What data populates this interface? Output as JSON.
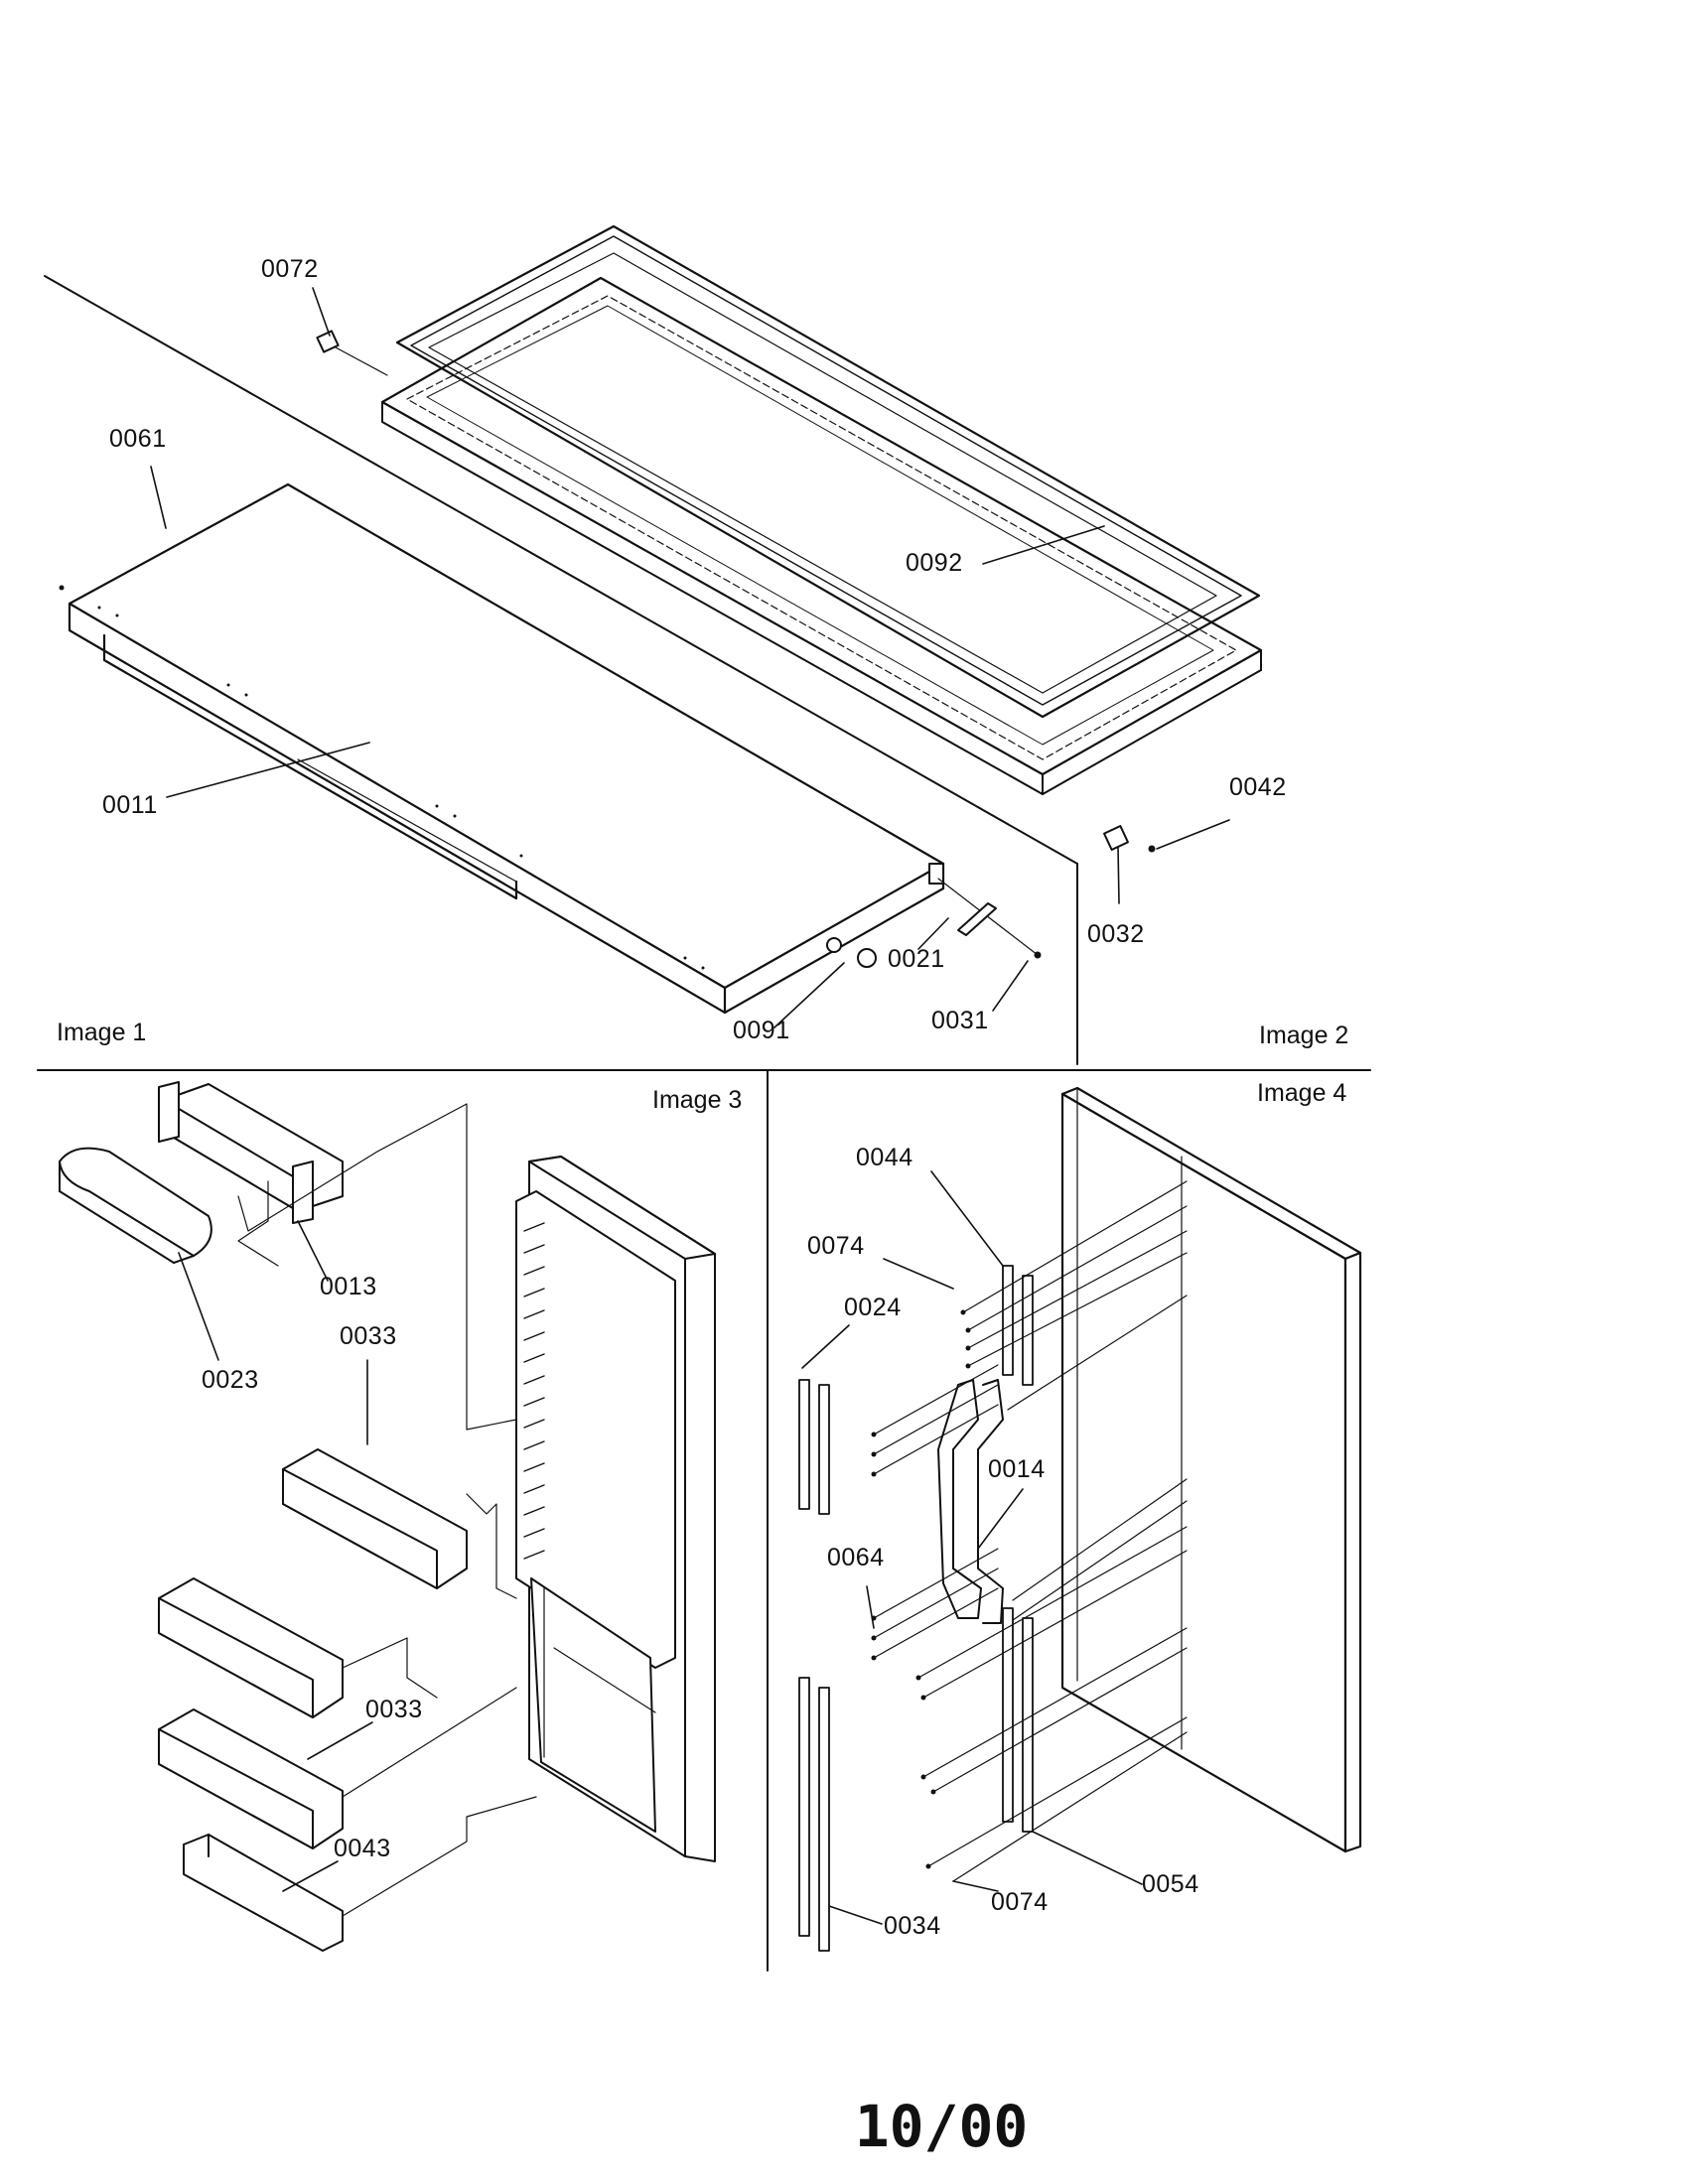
{
  "image_labels": {
    "image1": "Image 1",
    "image2": "Image 2",
    "image3": "Image 3",
    "image4": "Image 4"
  },
  "parts": {
    "p0072": "0072",
    "p0061": "0061",
    "p0092": "0092",
    "p0011": "0011",
    "p0042": "0042",
    "p0032": "0032",
    "p0021": "0021",
    "p0031": "0031",
    "p0091": "0091",
    "p0013": "0013",
    "p0023": "0023",
    "p0033a": "0033",
    "p0033b": "0033",
    "p0043": "0043",
    "p0044": "0044",
    "p0074a": "0074",
    "p0024": "0024",
    "p0014": "0014",
    "p0064": "0064",
    "p0074b": "0074",
    "p0054": "0054",
    "p0034": "0034"
  },
  "footer": {
    "date": "10/00"
  }
}
